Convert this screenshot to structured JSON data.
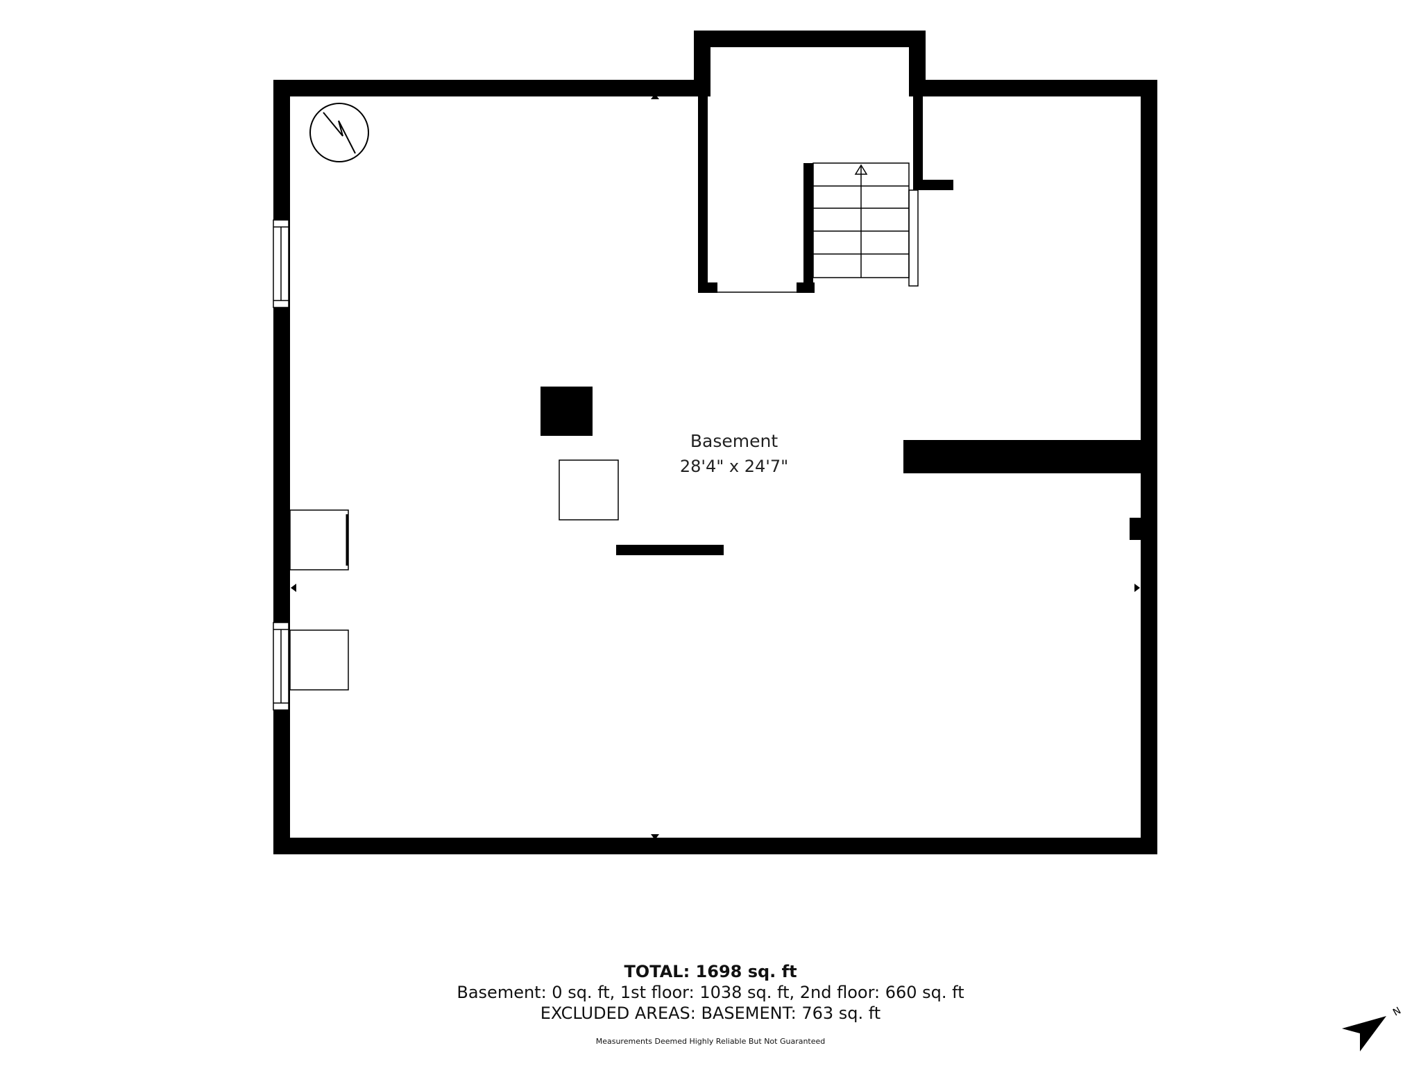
{
  "room": {
    "name": "Basement",
    "dimensions": "28'4\" x 24'7\""
  },
  "summary": {
    "total": "TOTAL: 1698 sq. ft",
    "floors": "Basement: 0 sq. ft, 1st floor: 1038 sq. ft, 2nd floor: 660 sq. ft",
    "excluded": "EXCLUDED AREAS: BASEMENT: 763 sq. ft",
    "disclaimer": "Measurements Deemed Highly Reliable But Not Guaranteed"
  },
  "compass": {
    "letter": "N"
  },
  "colors": {
    "wall": "#000000",
    "background": "#ffffff",
    "text": "#111111"
  }
}
